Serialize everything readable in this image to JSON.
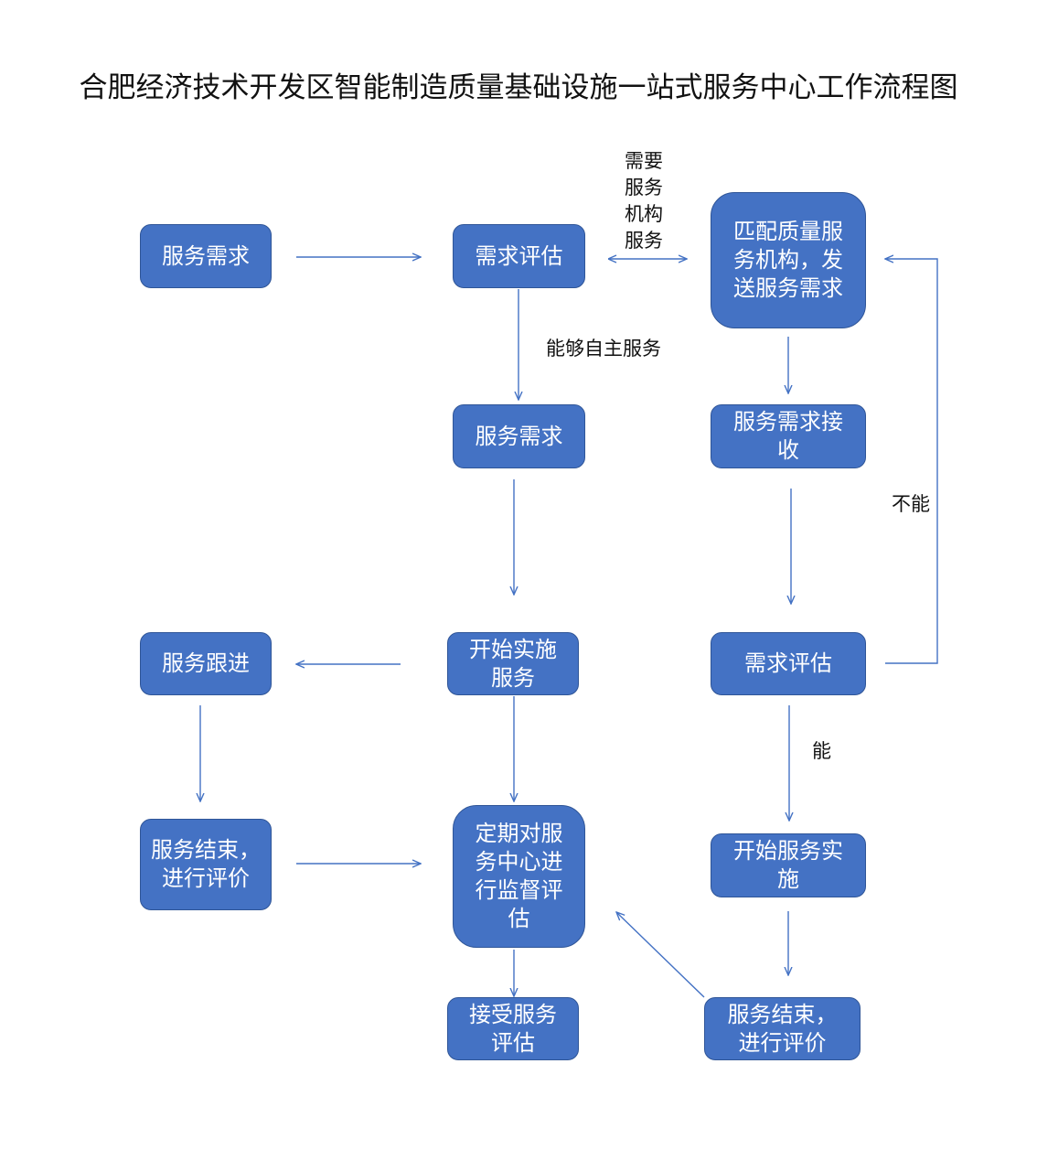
{
  "title": "合肥经济技术开发区智能制造质量基础设施一站式服务中心工作流程图",
  "nodes": {
    "n1": "服务需求",
    "n2": "需求评估",
    "n3": "匹配质量服务机构，发送服务需求",
    "n4": "服务需求",
    "n5": "服务需求接收",
    "n6": "服务跟进",
    "n7": "开始实施服务",
    "n8": "需求评估",
    "n9": "服务结束，进行评价",
    "n10": "定期对服务中心进行监督评估",
    "n11": "开始服务实施",
    "n12": "接受服务评估",
    "n13": "服务结束，进行评价"
  },
  "labels": {
    "need_agency": "需要\n服务\n机构\n服务",
    "self_service": "能够自主服务",
    "cannot": "不能",
    "can": "能"
  },
  "colors": {
    "node_fill": "#4472C4",
    "node_border": "#2F5597",
    "arrow": "#4472C4"
  }
}
